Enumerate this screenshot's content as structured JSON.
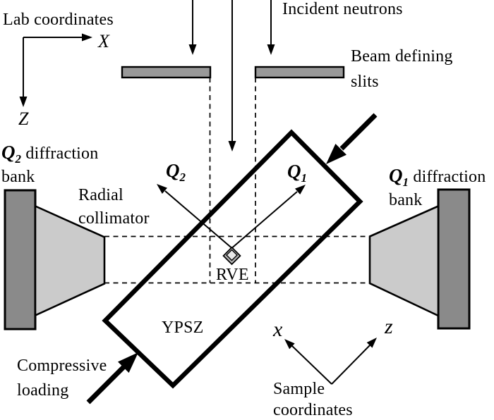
{
  "labels": {
    "lab_coords": "Lab coordinates",
    "axis_X": "X",
    "axis_Z": "Z",
    "incident_neutrons": "Incident neutrons",
    "beam_slits": "Beam defining\nslits",
    "q2_bank": {
      "q": "Q",
      "sub": "2",
      "rest": " diffraction\nbank"
    },
    "q1_bank": {
      "q": "Q",
      "sub": "1",
      "rest": " diffraction\nbank"
    },
    "radial_collimator": "Radial\ncollimator",
    "q2_vector": {
      "q": "Q",
      "sub": "2"
    },
    "q1_vector": {
      "q": "Q",
      "sub": "1"
    },
    "rve": "RVE",
    "ypsz": "YPSZ",
    "compressive_loading": "Compressive\nloading",
    "sample_coords": "Sample\ncoordinates",
    "axis_x": "x",
    "axis_z": "z"
  },
  "colors": {
    "ink": "#000000",
    "slit_fill": "#999999",
    "bank_fill": "#8a8a8a",
    "collimator_fill": "#cbcbcb",
    "rve_fill": "#b3b3b3",
    "rve_inner_fill": "#e9e9e9"
  }
}
